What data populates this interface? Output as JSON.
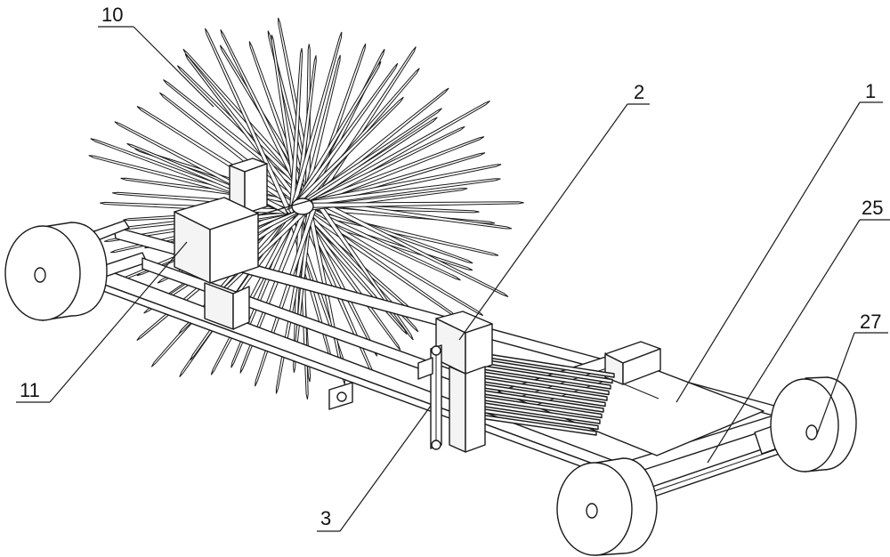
{
  "labels": {
    "l10": "10",
    "l2": "2",
    "l1": "1",
    "l25": "25",
    "l27": "27",
    "l11": "11",
    "l3": "3"
  },
  "colors": {
    "line": "#1a1a1a",
    "background": "#ffffff"
  }
}
